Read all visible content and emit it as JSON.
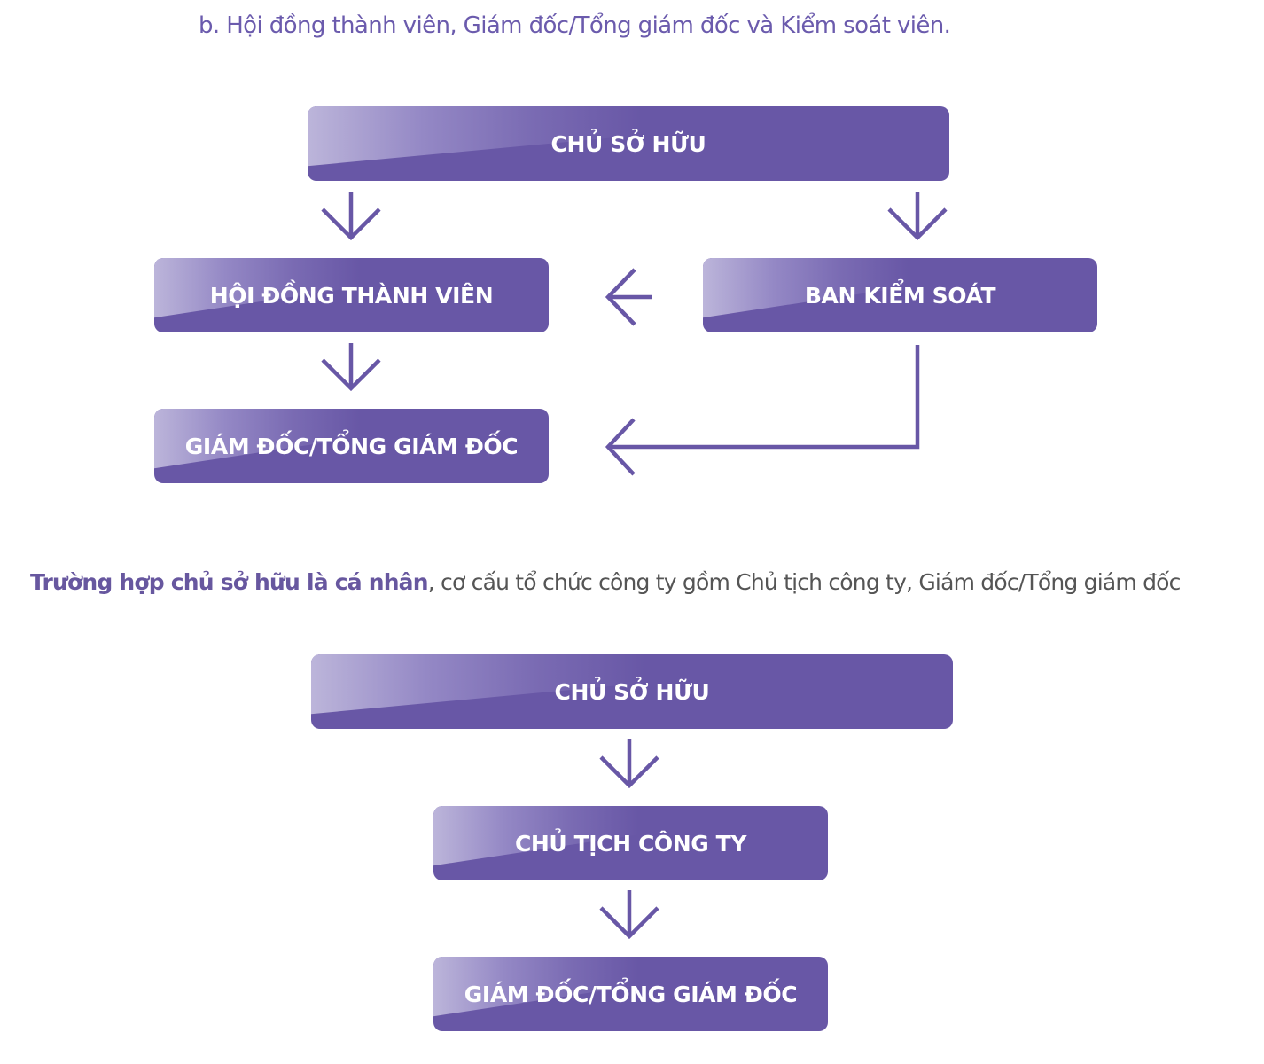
{
  "heading": "b. Hội đồng thành viên, Giám đốc/Tổng giám đốc và Kiểm soát viên.",
  "note": {
    "strong": "Trường hợp chủ sở hữu là cá nhân",
    "rest": ", cơ cấu tổ chức công ty gồm Chủ tịch công ty, Giám đốc/Tổng giám đốc"
  },
  "chart1": {
    "owner": "CHỦ SỞ HỮU",
    "council": "HỘI ĐỒNG THÀNH VIÊN",
    "control": "BAN KIỂM SOÁT",
    "director": "GIÁM ĐỐC/TỔNG GIÁM ĐỐC"
  },
  "chart2": {
    "owner": "CHỦ SỞ HỮU",
    "chairman": "CHỦ TỊCH CÔNG TY",
    "director": "GIÁM ĐỐC/TỔNG GIÁM ĐỐC"
  },
  "colors": {
    "box": "#6857a6",
    "box_highlight": "#bcb5da",
    "heading_text": "#6b5bad",
    "note_text": "#555555"
  }
}
